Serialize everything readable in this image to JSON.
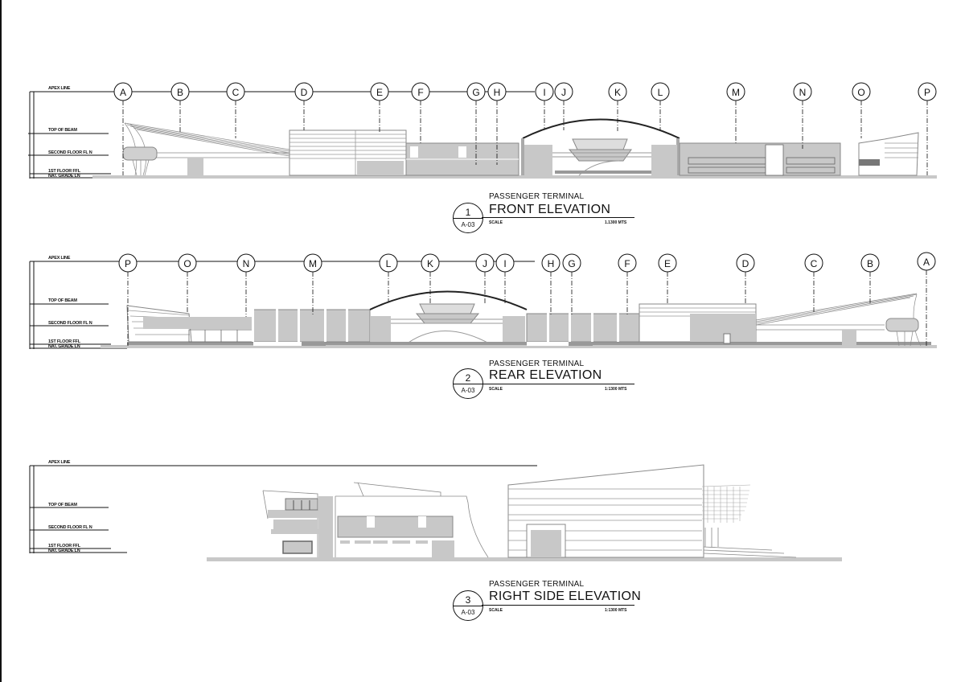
{
  "sheet": {
    "project": "PASSENGER TERMINAL",
    "sheet_ref": "A-03",
    "scale_label": "SCALE",
    "scale_value": "1:1300 MTS"
  },
  "level_labels": {
    "apex": "APEX LINE",
    "top_of_beam": "TOP OF BEAM",
    "second_floor": "SECOND FLOOR FL N",
    "first_floor": "1ST FLOOR FFL",
    "natural_grade": "NAT. GRADE LN"
  },
  "elevations": [
    {
      "number": "1",
      "title": "FRONT ELEVATION",
      "subtitle": "PASSENGER TERMINAL",
      "sheet": "A-03",
      "scale_label": "SCALE",
      "scale_value": "1.1300 MTS",
      "grid": [
        "A",
        "B",
        "C",
        "D",
        "E",
        "F",
        "G",
        "H",
        "I",
        "J",
        "K",
        "L",
        "M",
        "N",
        "O",
        "P"
      ]
    },
    {
      "number": "2",
      "title": "REAR  ELEVATION",
      "subtitle": "PASSENGER TERMINAL",
      "sheet": "A-03",
      "scale_label": "SCALE",
      "scale_value": "1:1300 MTS",
      "grid": [
        "P",
        "O",
        "N",
        "M",
        "L",
        "K",
        "J",
        "I",
        "H",
        "G",
        "F",
        "E",
        "D",
        "C",
        "B",
        "A"
      ]
    },
    {
      "number": "3",
      "title": "RIGHT SIDE  ELEVATION",
      "subtitle": "PASSENGER TERMINAL",
      "sheet": "A-03",
      "scale_label": "SCALE",
      "scale_value": "1:1300 MTS",
      "grid": []
    }
  ],
  "colors": {
    "line": "#111111",
    "fill_gray": "#c8c8c8",
    "fill_dark": "#9a9a9a",
    "stroke_gray": "#8a8a8a"
  }
}
